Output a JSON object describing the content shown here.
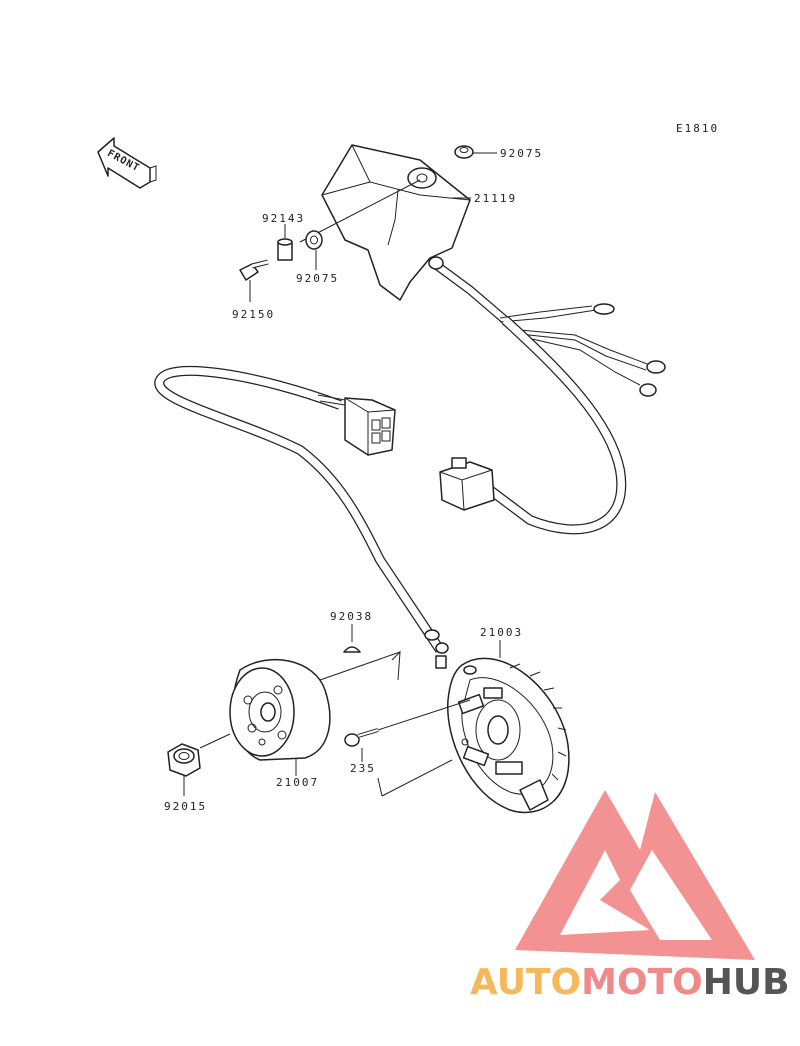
{
  "diagram": {
    "code": "E1810",
    "front_label": "FRONT",
    "part_numbers": {
      "p92075_top": "92075",
      "p21119": "21119",
      "p92143": "92143",
      "p92075_mid": "92075",
      "p92150": "92150",
      "p92038": "92038",
      "p21003": "21003",
      "p235": "235",
      "p21007": "21007",
      "p92015": "92015"
    }
  },
  "watermark": {
    "word_auto": "AUTO",
    "word_moto": "MOTO",
    "word_hub": "HUB",
    "colors": {
      "auto": "#f5b85a",
      "moto": "#f08a8a",
      "hub": "#555555",
      "triangle": "#f27f7f"
    }
  }
}
